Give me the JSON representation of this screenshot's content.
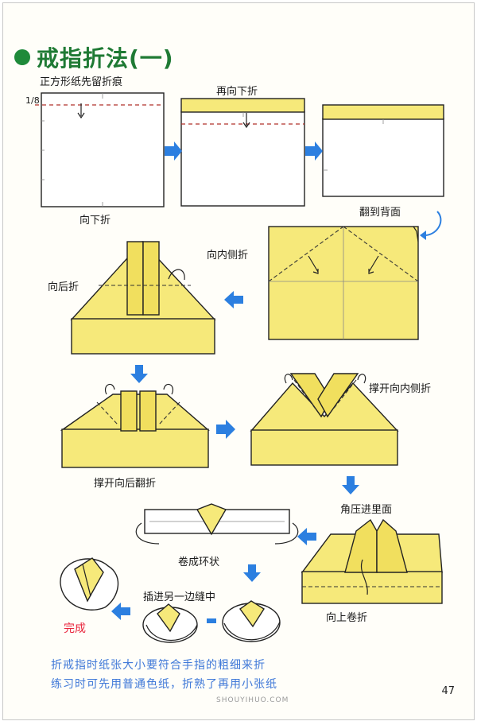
{
  "title": "戒指折法(一)",
  "labels": {
    "step1_top": "正方形纸先留折痕",
    "step1_fraction": "1/8",
    "step1_bottom": "向下折",
    "step2_top": "再向下折",
    "step3_bottom": "翻到背面",
    "step4": "向内侧折",
    "step5": "向后折",
    "step6": "撑开向后翻折",
    "step7": "撑开向内侧折",
    "step8": "角压进里面",
    "step9": "向上卷折",
    "step10": "卷成环状",
    "step11": "插进另一边缝中",
    "done": "完成"
  },
  "notes": [
    "折戒指时纸张大小要符合手指的粗细来折",
    "练习时可先用普通色纸，折熟了再用小张纸"
  ],
  "page_number": "47",
  "watermark": "SHOUYIHUO.COM",
  "colors": {
    "title_green": "#1f7a34",
    "paper_yellow": "#f6e97a",
    "arrow_blue": "#2c7fe0",
    "done_red": "#e8233a",
    "note_blue": "#3f78d8"
  }
}
